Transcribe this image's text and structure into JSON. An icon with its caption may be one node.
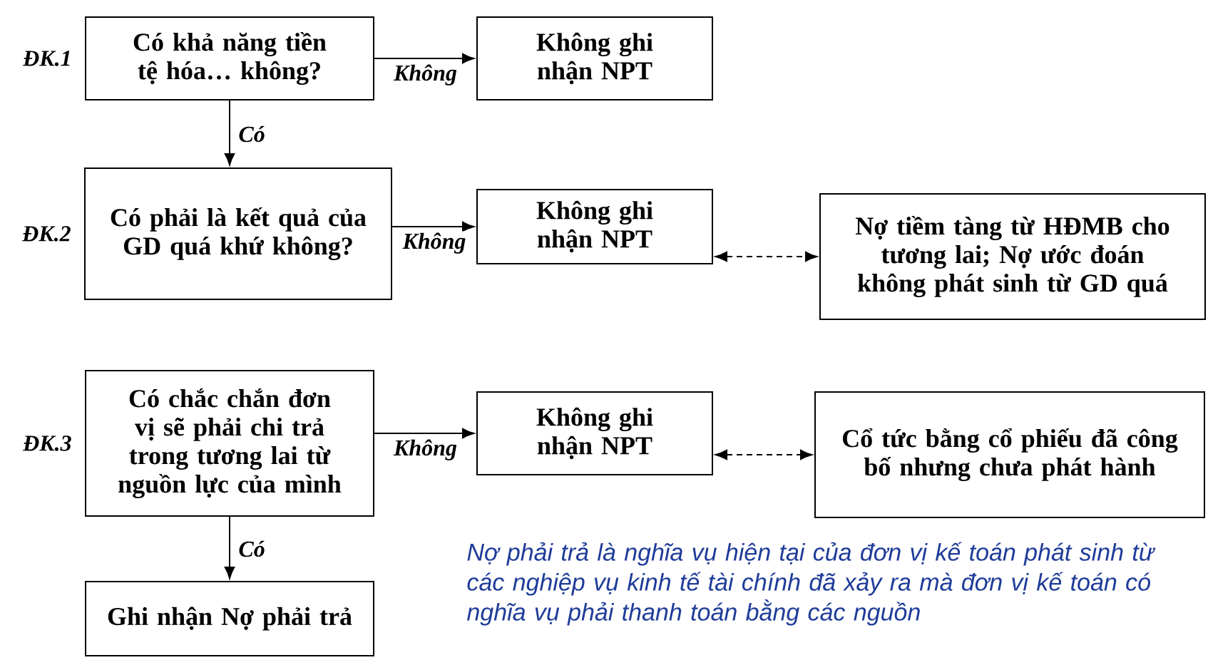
{
  "diagram": {
    "nodes": [
      {
        "text": [
          "Có khả năng tiền tệ hóa… không?"
        ],
        "beside": [
          "ĐK.1"
        ]
      },
      {
        "text": [
          "Không ghi nhận NPT"
        ]
      },
      {
        "text": [
          "Có phải là kết quả của GD quá khứ không?"
        ],
        "beside": [
          "ĐK.2"
        ]
      },
      {
        "text": [
          "Không ghi nhận NPT"
        ]
      },
      {
        "text": [
          "Nợ tiềm tàng từ HĐMB cho tương lai; Nợ ước đoán không phát sinh từ GD quá"
        ]
      },
      {
        "text": [
          "Có chắc chắn đơn vị sẽ phải chi trả trong tương lai từ nguồn lực của mình"
        ],
        "beside": [
          "ĐK.3"
        ]
      },
      {
        "text": [
          "Không ghi nhận NPT"
        ]
      },
      {
        "text": [
          "Cổ tức bằng cổ phiếu đã công bố nhưng chưa phát hành"
        ]
      },
      {
        "text": [
          "Ghi nhận Nợ phải trả"
        ]
      }
    ],
    "edges": [
      {
        "from": 0,
        "to": 1,
        "arrow": "to",
        "label": "Không"
      },
      {
        "from": 0,
        "to": 2,
        "arrow": "to",
        "label": "Có"
      },
      {
        "from": 2,
        "to": 3,
        "arrow": "to",
        "label": "Không"
      },
      {
        "from": 3,
        "to": 4,
        "arrow": "both",
        "style": "dashed"
      },
      {
        "from": 5,
        "to": 6,
        "arrow": "to",
        "label": "Không"
      },
      {
        "from": 6,
        "to": 7,
        "arrow": "both",
        "style": "dashed"
      },
      {
        "from": 5,
        "to": 8,
        "arrow": "to",
        "label": "Có"
      }
    ],
    "labels": [
      "Nợ phải trả là nghĩa vụ hiện tại của đơn vị kế toán phát sinh từ các nghiệp vụ kinh tế tài chính đã xảy ra mà đơn vị kế toán có nghĩa vụ phải thanh toán bằng các nguồn"
    ]
  }
}
